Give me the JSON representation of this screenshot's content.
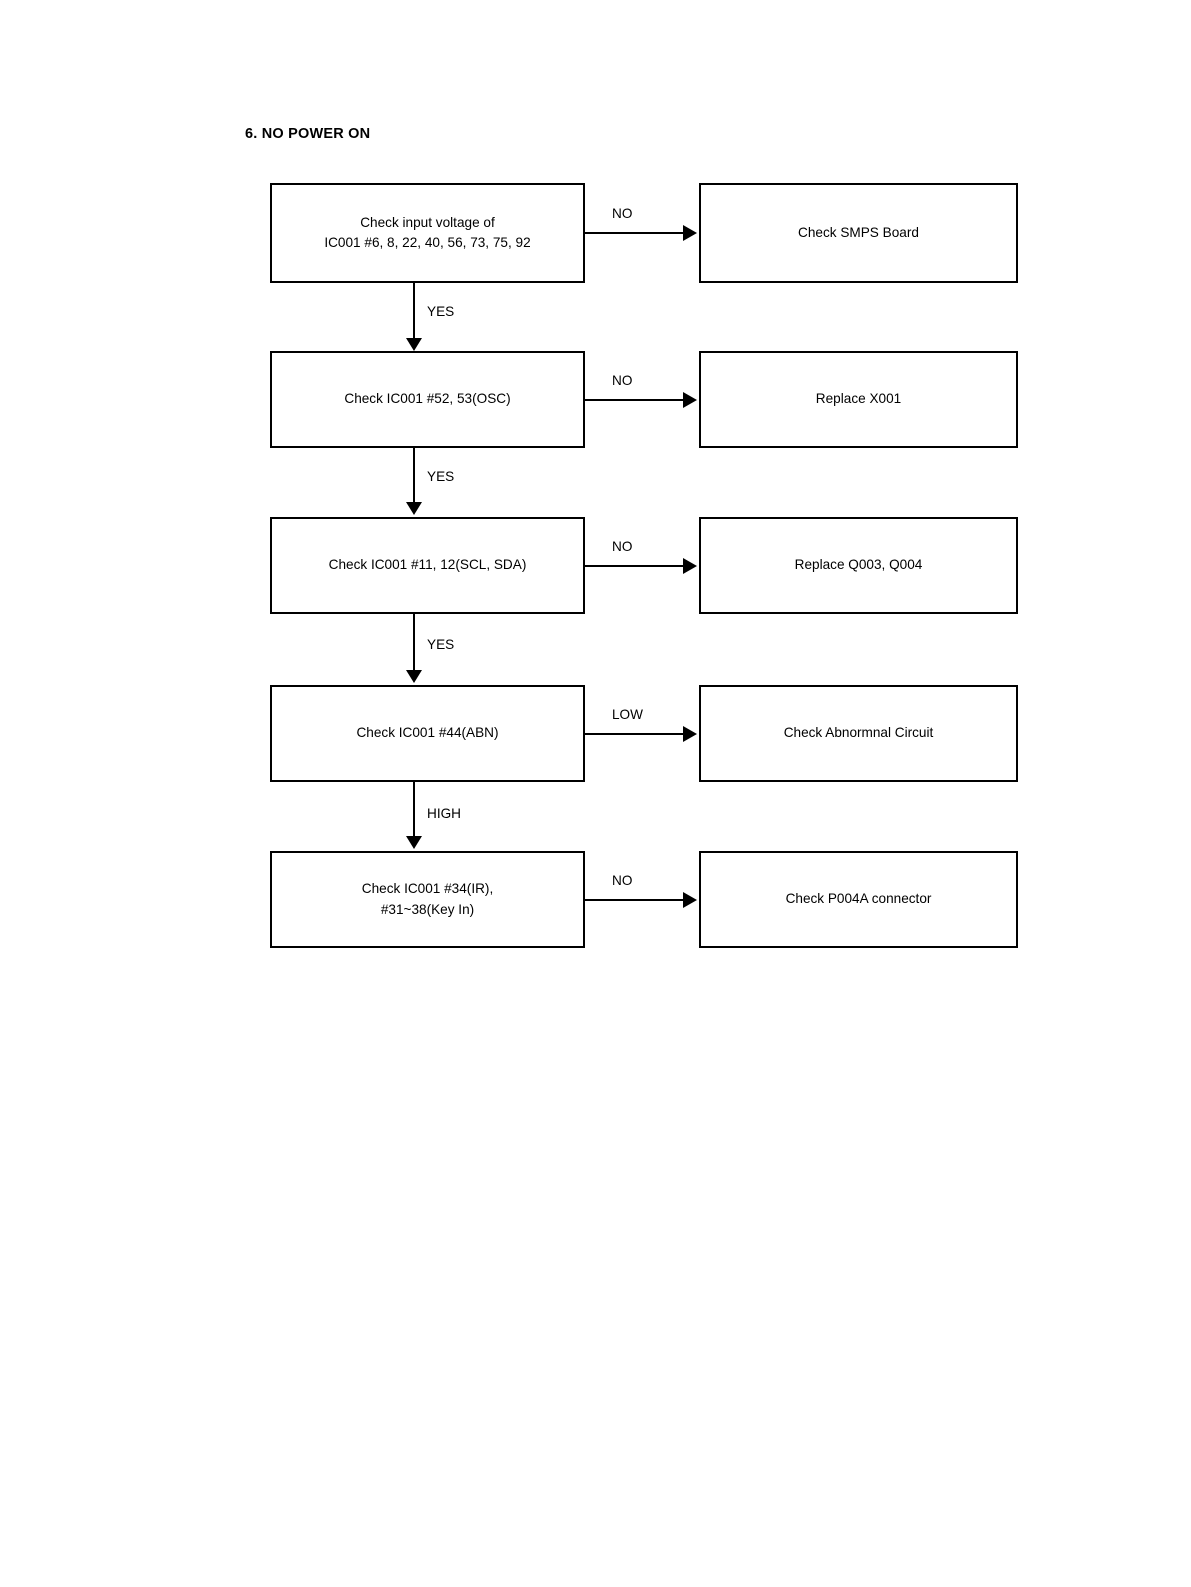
{
  "document": {
    "title": "6. NO POWER ON",
    "background_color": "#ffffff",
    "line_color": "#000000",
    "text_color": "#000000"
  },
  "flowchart": {
    "type": "troubleshooting-flowchart",
    "steps": [
      {
        "id": "step-1",
        "check_label": "Check input voltage of\nIC001 #6, 8, 22, 40, 56, 73, 75, 92",
        "branch_label": "NO",
        "action_label": "Check SMPS Board",
        "next_label": "YES"
      },
      {
        "id": "step-2",
        "check_label": "Check IC001 #52, 53(OSC)",
        "branch_label": "NO",
        "action_label": "Replace X001",
        "next_label": "YES"
      },
      {
        "id": "step-3",
        "check_label": "Check IC001 #11, 12(SCL, SDA)",
        "branch_label": "NO",
        "action_label": "Replace Q003, Q004",
        "next_label": "YES"
      },
      {
        "id": "step-4",
        "check_label": "Check IC001 #44(ABN)",
        "branch_label": "LOW",
        "action_label": "Check Abnormnal Circuit",
        "next_label": "HIGH"
      },
      {
        "id": "step-5",
        "check_label": "Check IC001 #34(IR),\n#31~38(Key In)",
        "branch_label": "NO",
        "action_label": "Check P004A connector",
        "next_label": null
      }
    ]
  }
}
